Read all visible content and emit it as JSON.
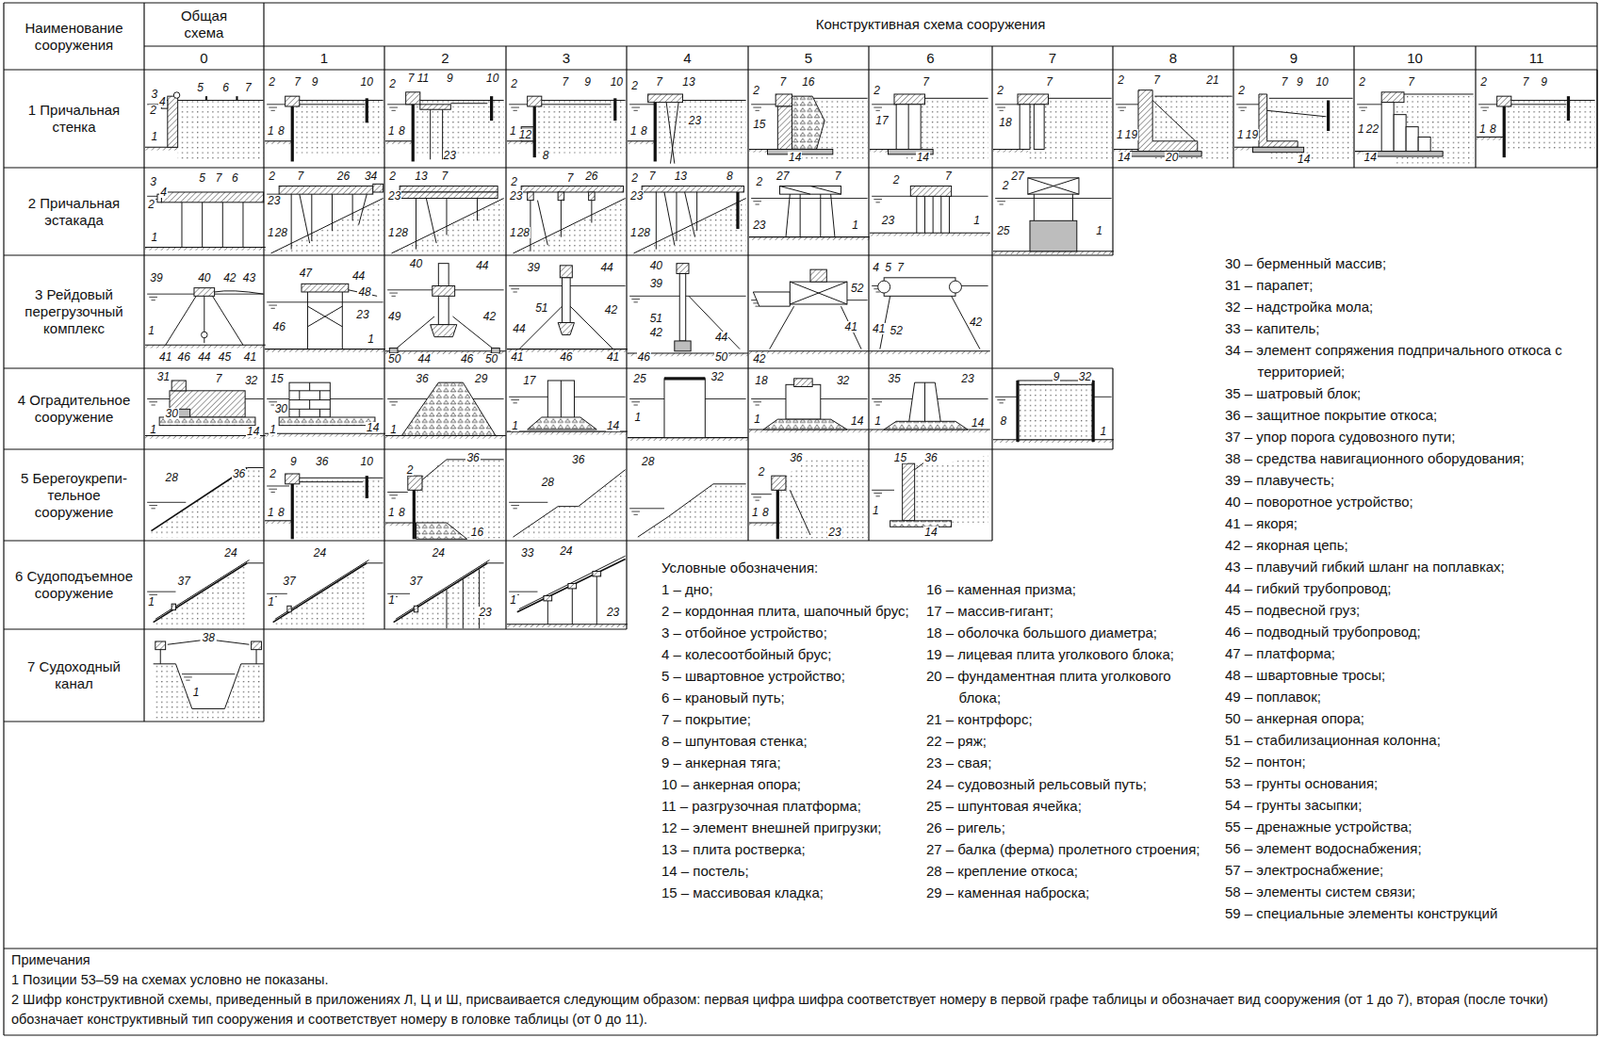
{
  "diagram": {
    "labels": [
      "Наименование сооружения",
      "Общая схема",
      "Конструктивная схема сооружения",
      "0",
      "1",
      "2",
      "3",
      "4",
      "5",
      "6",
      "7",
      "8",
      "9",
      "10",
      "11",
      "1 Причальная стенка",
      "2 Причальная эстакада",
      "3 Рейдовый перегрузочный комплекс",
      "4 Оградительное сооружение",
      "5 Берегоукрепи- тельное сооружение",
      "6 Судоподъемное сооружение",
      "7 Судоходный канал",
      "3",
      "4",
      "5",
      "6",
      "7",
      "2",
      "1",
      "2",
      "7",
      "9",
      "10",
      "1",
      "8",
      "2",
      "7",
      "11",
      "9",
      "10",
      "1",
      "8",
      "23",
      "2",
      "7",
      "9",
      "10",
      "1",
      "12",
      "8",
      "2",
      "7",
      "13",
      "1",
      "8",
      "23",
      "2",
      "7",
      "16",
      "15",
      "14",
      "2",
      "7",
      "17",
      "14",
      "2",
      "7",
      "18",
      "2",
      "7",
      "21",
      "1",
      "19",
      "14",
      "20",
      "2",
      "7",
      "9",
      "10",
      "1",
      "19",
      "14",
      "2",
      "7",
      "1",
      "22",
      "14",
      "2",
      "7",
      "9",
      "1",
      "8",
      "3",
      "4",
      "5",
      "7",
      "6",
      "2",
      "1",
      "2",
      "7",
      "26",
      "34",
      "23",
      "1",
      "28",
      "2",
      "13",
      "7",
      "23",
      "1",
      "28",
      "2",
      "26",
      "7",
      "23",
      "1",
      "28",
      "2",
      "7",
      "13",
      "8",
      "23",
      "1",
      "28",
      "2",
      "27",
      "7",
      "23",
      "1",
      "2",
      "7",
      "23",
      "1",
      "27",
      "2",
      "25",
      "1",
      "39",
      "40",
      "42",
      "43",
      "1",
      "41",
      "46",
      "44",
      "45",
      "41",
      "47",
      "44",
      "48",
      "23",
      "46",
      "1",
      "40",
      "44",
      "49",
      "42",
      "50",
      "44",
      "46",
      "50",
      "39",
      "44",
      "51",
      "42",
      "44",
      "41",
      "46",
      "41",
      "40",
      "39",
      "51",
      "42",
      "44",
      "46",
      "50",
      "52",
      "41",
      "42",
      "4",
      "5",
      "7",
      "41",
      "52",
      "42",
      "31",
      "7",
      "32",
      "30",
      "1",
      "14",
      "15",
      "30",
      "1",
      "14",
      "36",
      "29",
      "1",
      "17",
      "1",
      "14",
      "25",
      "32",
      "1",
      "18",
      "32",
      "1",
      "14",
      "35",
      "23",
      "1",
      "14",
      "9",
      "32",
      "8",
      "1",
      "28",
      "36",
      "9",
      "36",
      "10",
      "2",
      "1",
      "8",
      "2",
      "36",
      "1",
      "8",
      "16",
      "28",
      "36",
      "28",
      "36",
      "2",
      "1",
      "8",
      "23",
      "15",
      "36",
      "1",
      "14",
      "24",
      "37",
      "1",
      "24",
      "37",
      "1",
      "24",
      "37",
      "1",
      "23",
      "33",
      "24",
      "1",
      "23",
      "38",
      "1",
      "Условные обозначения:",
      "1 – дно;",
      "2 – кордонная плита, шапочный брус;",
      "3 – отбойное устройство;",
      "4 – колесоотбойный брус;",
      "5 – швартовное устройство;",
      "6 – крановый путь;",
      "7 – покрытие;",
      "8 – шпунтовая стенка;",
      "9 – анкерная тяга;",
      "10 – анкерная опора;",
      "11 – разгрузочная платформа;",
      "12 – элемент внешней пригрузки;",
      "13 – плита ростверка;",
      "14 – постель;",
      "15 – массивовая кладка;",
      "16 – каменная призма;",
      "17 – массив-гигант;",
      "18 – оболочка большого диаметра;",
      "19 – лицевая плита уголкового блока;",
      "20 – фундаментная плита уголкового блока;",
      "21 – контрфорс;",
      "22 – ряж;",
      "23 – свая;",
      "24 – судовозный рельсовый путь;",
      "25 – шпунтовая ячейка;",
      "26 – ригель;",
      "27 – балка (ферма) пролетного строения;",
      "28 – крепление откоса;",
      "29 – каменная наброска;",
      "30 – берменный массив;",
      "31 – парапет;",
      "32 – надстройка мола;",
      "33 – капитель;",
      "34 – элемент сопряжения подпричального откоса с территорией;",
      "35 – шатровый блок;",
      "36 – защитное покрытие откоса;",
      "37 – упор порога судовозного пути;",
      "38 – средства навигационного оборудования;",
      "39 – плавучесть;",
      "40 – поворотное устройство;",
      "41 – якоря;",
      "42 – якорная цепь;",
      "43 – плавучий гибкий шланг на поплавках;",
      "44 – гибкий трубопровод;",
      "45 – подвесной груз;",
      "46 – подводный трубопровод;",
      "47 – платформа;",
      "48 – швартовные тросы;",
      "49 – поплавок;",
      "50 – анкерная опора;",
      "51 – стабилизационная колонна;",
      "52 – понтон;",
      "53 – грунты основания;",
      "54 – грунты засыпки;",
      "55 – дренажные устройства;",
      "56 – элемент водоснабжения;",
      "57 – электроснабжение;",
      "58 – элементы систем связи;",
      "59 – специальные элементы конструкций",
      "Примечания",
      "1 Позиции 53–59 на схемах условно не показаны.",
      "2 Шифр конструктивной схемы, приведенный в приложениях Л, Ц и Ш, присваивается следующим образом: первая цифра шифра соответствует номеру в первой графе таблицы и обозначает вид сооружения (от 1 до 7), вторая (после точки) обозначает конструктивный тип сооружения и соответствует номеру в головке таблицы (от 0 до 11)."
    ]
  }
}
